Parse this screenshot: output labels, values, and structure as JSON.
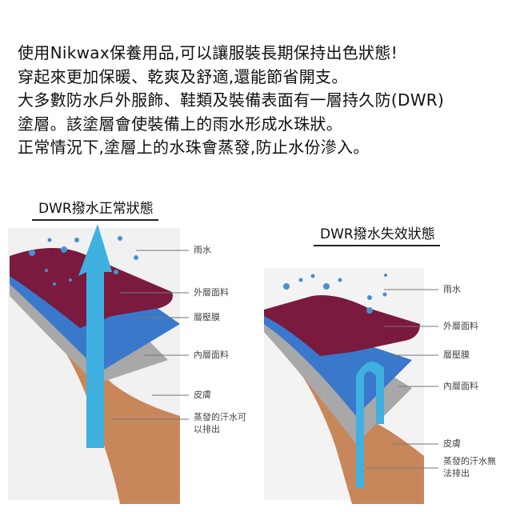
{
  "intro_lines": [
    "使用Nikwax保養用品,可以讓服裝長期保持出色狀態!",
    "穿起來更加保暖、乾爽及舒適,還能節省開支。",
    "大多數防水戶外服飾、鞋類及裝備表面有一層持久防(DWR)",
    "塗層。該塗層會使裝備上的雨水形成水珠狀。",
    "正常情況下,塗層上的水珠會蒸發,防止水份滲入。"
  ],
  "normal": {
    "title": "DWR撥水正常狀態",
    "labels": {
      "rain": "雨水",
      "outer": "外層面料",
      "membrane": "層壓膜",
      "inner": "內層面料",
      "skin": "皮膚",
      "sweat1": "蒸發的汗水可",
      "sweat2": "以排出"
    }
  },
  "failed": {
    "title": "DWR撥水失效狀態",
    "labels": {
      "rain": "雨水",
      "outer": "外層面料",
      "membrane": "層壓膜",
      "inner": "內層面料",
      "skin": "皮膚",
      "sweat1": "蒸發的汗水無",
      "sweat2": "法排出"
    }
  },
  "colors": {
    "outer": "#7a1a3e",
    "membrane": "#3a78cc",
    "inner": "#a8a8a8",
    "skin": "#c8875a",
    "drop": "#4a8fd0",
    "sweat": "#3fb0e0"
  }
}
